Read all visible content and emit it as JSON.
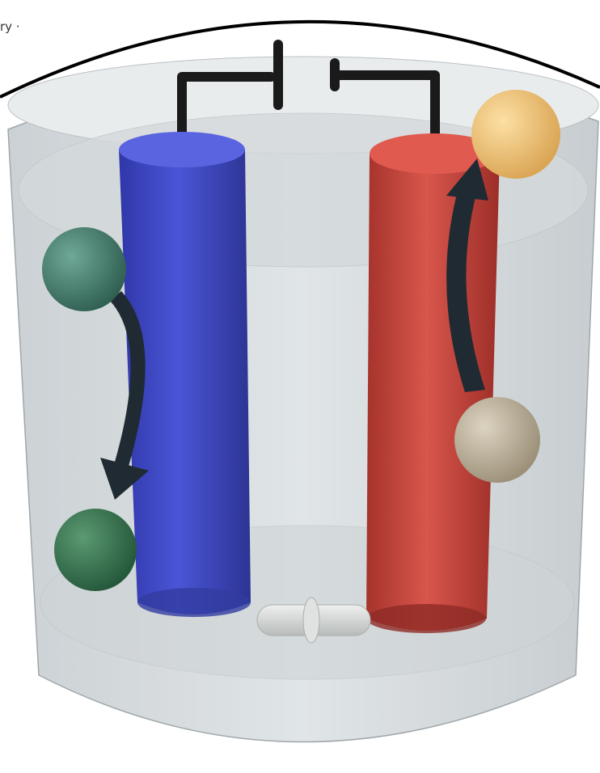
{
  "corner_text": "ry ·",
  "colors": {
    "blue_electrode": "#3f49c6",
    "red_electrode": "#c8473f",
    "green_sphere_upper": "#3f7a6a",
    "green_sphere_lower": "#2f6a48",
    "gold_sphere": "#f0c070",
    "tan_sphere": "#b8ab92",
    "arrow": "#1f2a33",
    "stir_bar": "#d5d8d6",
    "wire": "#1a1a1a",
    "beaker": "#d3d9dc"
  },
  "components": [
    {
      "label": "blue-electrode",
      "icon": "cylinder"
    },
    {
      "label": "red-electrode",
      "icon": "cylinder"
    },
    {
      "label": "stir-bar",
      "icon": "capsule"
    },
    {
      "label": "battery-symbol",
      "icon": "battery"
    }
  ]
}
